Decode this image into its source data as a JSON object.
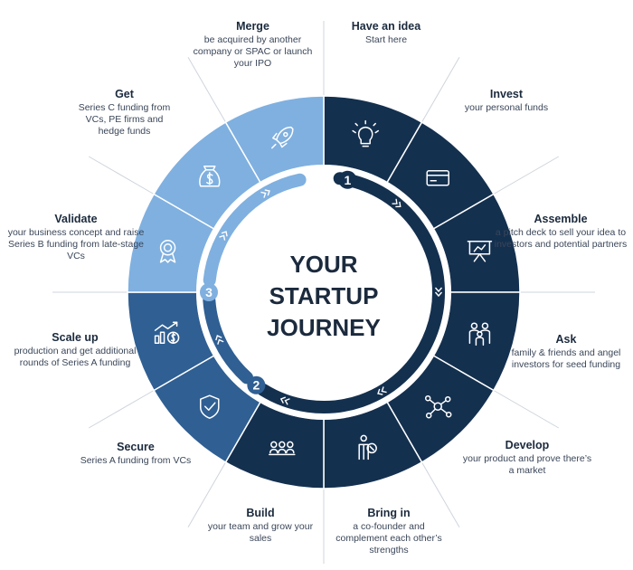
{
  "center_title": [
    "YOUR",
    "STARTUP",
    "JOURNEY"
  ],
  "stage_numbers": [
    "1",
    "2",
    "3"
  ],
  "colors": {
    "dark": "#14304f",
    "mid": "#2f5f93",
    "light": "#7fb0e0",
    "line": "#cfd5dc",
    "text": "#1b2a3d"
  },
  "steps": [
    {
      "title": "Have an idea",
      "desc": "Start here",
      "icon": "lightbulb-icon",
      "tone": "dark"
    },
    {
      "title": "Invest",
      "desc": "your personal funds",
      "icon": "credit-card-icon",
      "tone": "dark"
    },
    {
      "title": "Assemble",
      "desc": "a pitch deck to sell your idea to investors and potential partners",
      "icon": "presentation-board-icon",
      "tone": "dark"
    },
    {
      "title": "Ask",
      "desc": "family & friends and angel investors for seed funding",
      "icon": "family-icon",
      "tone": "dark"
    },
    {
      "title": "Develop",
      "desc": "your product and prove there’s a market",
      "icon": "network-nodes-icon",
      "tone": "dark"
    },
    {
      "title": "Bring in",
      "desc": "a co-founder and complement each other’s strengths",
      "icon": "cofounder-icon",
      "tone": "dark"
    },
    {
      "title": "Build",
      "desc": "your team and grow your sales",
      "icon": "team-icon",
      "tone": "dark"
    },
    {
      "title": "Secure",
      "desc": "Series A funding from VCs",
      "icon": "shield-check-icon",
      "tone": "mid"
    },
    {
      "title": "Scale up",
      "desc": "production and get additional rounds of Series A funding",
      "icon": "growth-chart-icon",
      "tone": "mid"
    },
    {
      "title": "Validate",
      "desc": "your business concept and raise Series B funding from late-stage VCs",
      "icon": "award-ribbon-icon",
      "tone": "light"
    },
    {
      "title": "Get",
      "desc": "Series C funding from VCs, PE firms and hedge funds",
      "icon": "money-bag-icon",
      "tone": "light"
    },
    {
      "title": "Merge",
      "desc": "be acquired by another company or SPAC or launch your IPO",
      "icon": "rocket-icon",
      "tone": "light"
    }
  ]
}
